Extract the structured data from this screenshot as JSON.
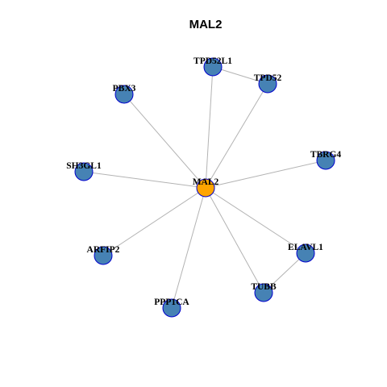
{
  "title": "MAL2",
  "center_color": "#FFA500",
  "node_color": "#4682B4",
  "node_border_color": "#0000CD",
  "edge_color": "#B3B3B3",
  "nodes": [
    {
      "id": "MAL2",
      "label": "MAL2",
      "center": true
    },
    {
      "id": "TPD52L1",
      "label": "TPD52L1"
    },
    {
      "id": "TPD52",
      "label": "TPD52"
    },
    {
      "id": "PBX3",
      "label": "PBX3"
    },
    {
      "id": "TBRG4",
      "label": "TBRG4"
    },
    {
      "id": "SH3GL1",
      "label": "SH3GL1"
    },
    {
      "id": "ELAVL1",
      "label": "ELAVL1"
    },
    {
      "id": "ARFIP2",
      "label": "ARFIP2"
    },
    {
      "id": "TUBB",
      "label": "TUBB"
    },
    {
      "id": "PPP1CA",
      "label": "PPP1CA"
    }
  ],
  "edges": [
    [
      "MAL2",
      "TPD52L1"
    ],
    [
      "MAL2",
      "TPD52"
    ],
    [
      "MAL2",
      "PBX3"
    ],
    [
      "MAL2",
      "TBRG4"
    ],
    [
      "MAL2",
      "SH3GL1"
    ],
    [
      "MAL2",
      "ELAVL1"
    ],
    [
      "MAL2",
      "ARFIP2"
    ],
    [
      "MAL2",
      "TUBB"
    ],
    [
      "MAL2",
      "PPP1CA"
    ],
    [
      "TPD52L1",
      "TPD52"
    ],
    [
      "ELAVL1",
      "TUBB"
    ]
  ]
}
